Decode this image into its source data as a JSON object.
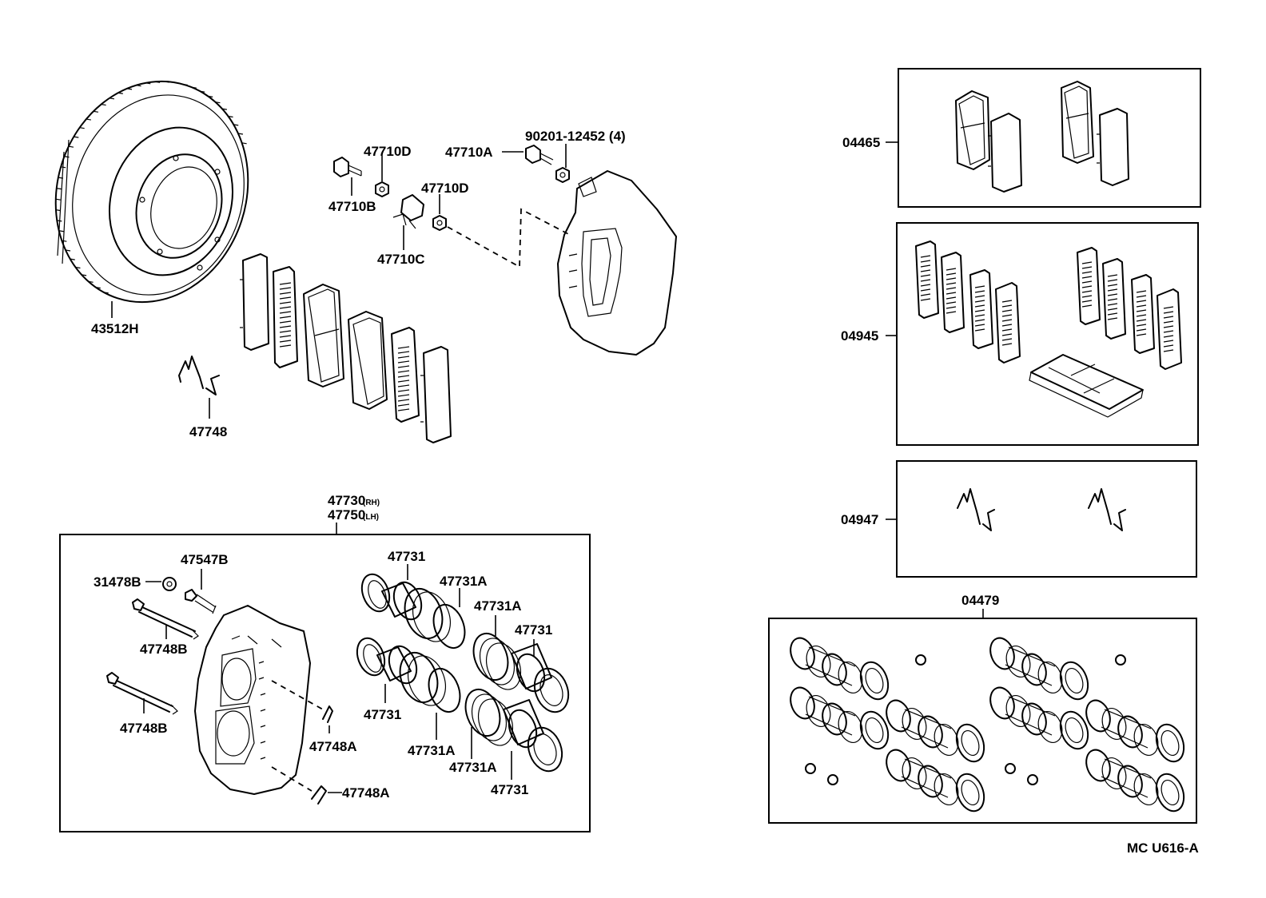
{
  "labels": {
    "rotor": "43512H",
    "bolt_b": "47710B",
    "nut_d1": "47710D",
    "bracket_c": "47710C",
    "nut_d2": "47710D",
    "bolt_a": "47710A",
    "bolt_90201": "90201-12452 (4)",
    "spring": "47748",
    "caliper_rh": "47730",
    "caliper_rh_side": "(RH)",
    "caliper_lh": "47750",
    "caliper_lh_side": "(LH)",
    "cap": "31478B",
    "bleeder": "47547B",
    "pin_1": "47748B",
    "pin_2": "47748B",
    "clip_1": "47748A",
    "clip_2": "47748A",
    "piston_1": "47731",
    "piston_2": "47731",
    "piston_3": "47731",
    "piston_4": "47731",
    "seal_1": "47731A",
    "seal_2": "47731A",
    "seal_3": "47731A",
    "seal_4": "47731A",
    "kit_pads": "04465",
    "kit_shims": "04945",
    "kit_springs": "04947",
    "kit_seals": "04479",
    "diagram_code": "MC  U616-A"
  }
}
